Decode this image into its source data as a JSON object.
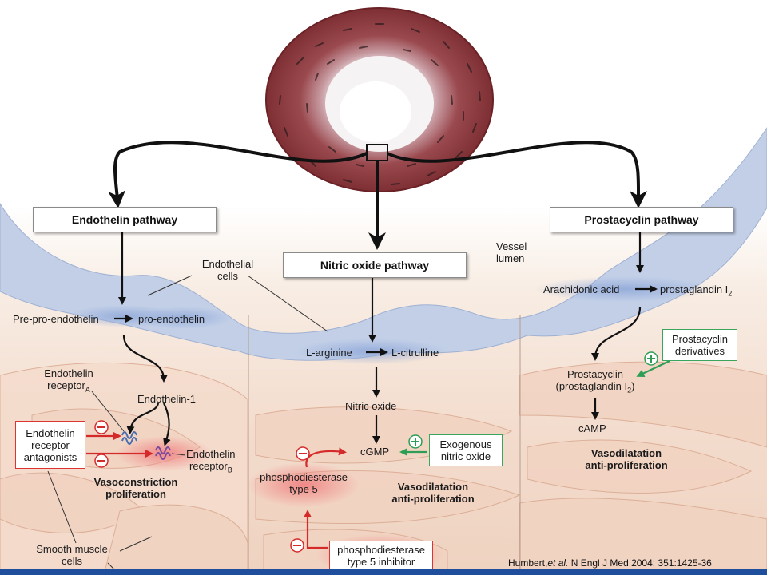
{
  "boxes": {
    "endothelin": "Endothelin pathway",
    "nitric_oxide": "Nitric oxide pathway",
    "prostacyclin": "Prostacyclin pathway"
  },
  "labels": {
    "vessel_lumen_1": "Vessel",
    "vessel_lumen_2": "lumen",
    "endothelial_cells_1": "Endothelial",
    "endothelial_cells_2": "cells",
    "pre_pro": "Pre-pro-endothelin",
    "pro": "pro-endothelin",
    "receptor_a_1": "Endothelin",
    "receptor_a_2": "receptor",
    "receptor_a_sub": "A",
    "endothelin_1": "Endothelin-1",
    "receptor_b_1": "Endothelin",
    "receptor_b_2": "receptor",
    "receptor_b_sub": "B",
    "vasoconstriction_1": "Vasoconstriction",
    "vasoconstriction_2": "proliferation",
    "smooth_muscle_1": "Smooth muscle",
    "smooth_muscle_2": "cells",
    "l_arginine": "L-arginine",
    "l_citrulline": "L-citrulline",
    "nitric_oxide": "Nitric oxide",
    "cgmp": "cGMP",
    "pde5_1": "phosphodiesterase",
    "pde5_2": "type 5",
    "no_vaso_1": "Vasodilatation",
    "no_vaso_2": "anti-proliferation",
    "arachidonic": "Arachidonic acid",
    "pgi2": "prostaglandin I",
    "pgi2_sub": "2",
    "prostacyclin_1": "Prostacyclin",
    "prostacyclin_2": "(prostaglandin I",
    "prostacyclin_2_sub": "2",
    "prostacyclin_2_end": ")",
    "camp": "cAMP",
    "pc_vaso_1": "Vasodilatation",
    "pc_vaso_2": "anti-proliferation"
  },
  "drug_boxes": {
    "era_1": "Endothelin",
    "era_2": "receptor",
    "era_3": "antagonists",
    "exo_1": "Exogenous",
    "exo_2": "nitric oxide",
    "pcd_1": "Prostacyclin",
    "pcd_2": "derivatives",
    "pde5i_1": "phosphodiesterase",
    "pde5i_2": "type 5 inhibitor"
  },
  "signs": {
    "minus": "−",
    "plus": "+"
  },
  "citation": {
    "authors": "Humbert,",
    "etal": "et al.",
    "rest": " N Engl J Med 2004; 351:1425-36"
  },
  "colors": {
    "inhibit": "#d42a2a",
    "stimulate": "#2e9e55",
    "endothelium": "#b9c8e4",
    "vessel_wall": "#8e3a3c",
    "slide_bar": "#1f4f9c"
  }
}
